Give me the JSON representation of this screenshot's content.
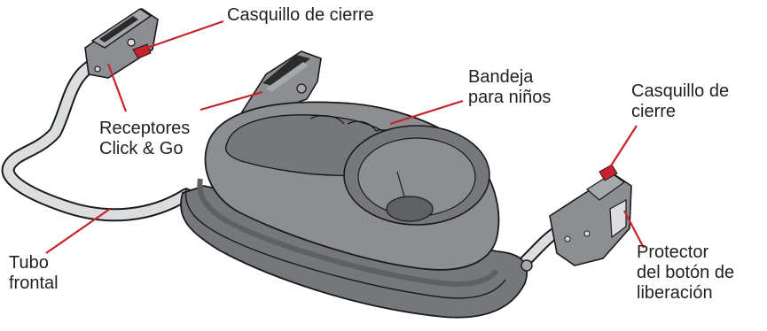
{
  "labels": {
    "casquillo_top": "Casquillo de cierre",
    "receptores": [
      "Receptores",
      "Click & Go"
    ],
    "bandeja": [
      "Bandeja",
      "para niños"
    ],
    "casquillo_right": [
      "Casquillo de",
      "cierre"
    ],
    "tubo": [
      "Tubo",
      "frontal"
    ],
    "protector": [
      "Protector",
      "del botón de",
      "liberación"
    ]
  },
  "colors": {
    "leader": "#c8232c",
    "tray_fill": "#8c8e91",
    "tray_shade": "#75777a",
    "tray_light": "#a6a8ab",
    "outline": "#1a1a1a",
    "tube_fill": "#dcdddf",
    "text": "#231f20"
  }
}
